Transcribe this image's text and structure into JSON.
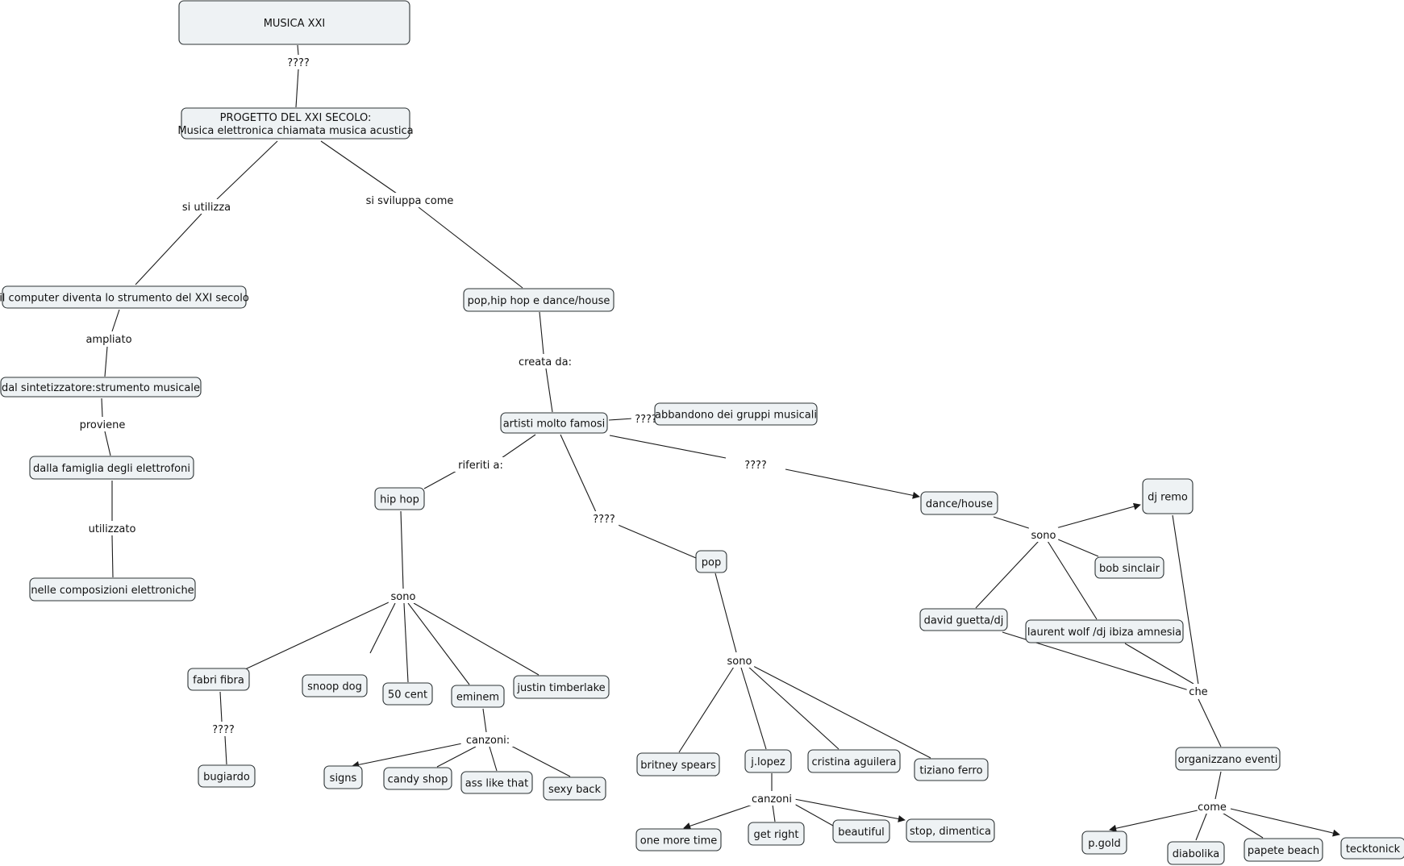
{
  "concept_map": {
    "nodes": [
      {
        "id": "musica",
        "lines": [
          "MUSICA XXI"
        ]
      },
      {
        "id": "progetto",
        "lines": [
          "PROGETTO DEL XXI SECOLO:",
          "Musica elettronica chiamata musica acustica"
        ]
      },
      {
        "id": "computer",
        "lines": [
          "il computer diventa lo strumento del XXI secolo"
        ]
      },
      {
        "id": "sintetizzatore",
        "lines": [
          "dal sintetizzatore:strumento musicale"
        ]
      },
      {
        "id": "famiglia",
        "lines": [
          "dalla famiglia degli elettrofoni"
        ]
      },
      {
        "id": "composizioni",
        "lines": [
          "nelle composizioni elettroniche"
        ]
      },
      {
        "id": "pophiphop",
        "lines": [
          "pop,hip hop e dance/house"
        ]
      },
      {
        "id": "artisti",
        "lines": [
          "artisti molto famosi"
        ]
      },
      {
        "id": "abbandono",
        "lines": [
          "abbandono dei gruppi musicali"
        ]
      },
      {
        "id": "hiphop",
        "lines": [
          "hip hop"
        ]
      },
      {
        "id": "pop",
        "lines": [
          "pop"
        ]
      },
      {
        "id": "dancehouse",
        "lines": [
          "dance/house"
        ]
      },
      {
        "id": "djremo",
        "lines": [
          "dj remo"
        ]
      },
      {
        "id": "bobsinclair",
        "lines": [
          "bob sinclair"
        ]
      },
      {
        "id": "davidguetta",
        "lines": [
          "david guetta/dj"
        ]
      },
      {
        "id": "laurentwolf",
        "lines": [
          "laurent wolf /dj ibiza amnesia"
        ]
      },
      {
        "id": "organizzano",
        "lines": [
          "organizzano eventi"
        ]
      },
      {
        "id": "pgold",
        "lines": [
          "p.gold"
        ]
      },
      {
        "id": "diabolika",
        "lines": [
          "diabolika"
        ]
      },
      {
        "id": "papete",
        "lines": [
          "papete beach"
        ]
      },
      {
        "id": "tecktonick",
        "lines": [
          "tecktonick"
        ]
      },
      {
        "id": "fabrifibra",
        "lines": [
          "fabri fibra"
        ]
      },
      {
        "id": "bugiardo",
        "lines": [
          "bugiardo"
        ]
      },
      {
        "id": "snoopdog",
        "lines": [
          "snoop dog"
        ]
      },
      {
        "id": "50cent",
        "lines": [
          "50 cent"
        ]
      },
      {
        "id": "eminem",
        "lines": [
          "eminem"
        ]
      },
      {
        "id": "justin",
        "lines": [
          "justin timberlake"
        ]
      },
      {
        "id": "signs",
        "lines": [
          "signs"
        ]
      },
      {
        "id": "candyshop",
        "lines": [
          "candy shop"
        ]
      },
      {
        "id": "asslikethat",
        "lines": [
          "ass like that"
        ]
      },
      {
        "id": "sexyback",
        "lines": [
          "sexy back"
        ]
      },
      {
        "id": "britney",
        "lines": [
          "britney spears"
        ]
      },
      {
        "id": "jlopez",
        "lines": [
          "j.lopez"
        ]
      },
      {
        "id": "cristina",
        "lines": [
          "cristina aguilera"
        ]
      },
      {
        "id": "tiziano",
        "lines": [
          "tiziano ferro"
        ]
      },
      {
        "id": "onemoretime",
        "lines": [
          "one more time"
        ]
      },
      {
        "id": "getright",
        "lines": [
          "get right"
        ]
      },
      {
        "id": "beautiful",
        "lines": [
          "beautiful"
        ]
      },
      {
        "id": "stopdimentica",
        "lines": [
          "stop, dimentica"
        ]
      }
    ],
    "link_labels": [
      {
        "id": "l_q1",
        "text": "????"
      },
      {
        "id": "l_siutilizza",
        "text": "si utilizza"
      },
      {
        "id": "l_sisviluppa",
        "text": "si sviluppa come"
      },
      {
        "id": "l_ampliato",
        "text": "ampliato"
      },
      {
        "id": "l_proviene",
        "text": "proviene"
      },
      {
        "id": "l_utilizzato",
        "text": "utilizzato"
      },
      {
        "id": "l_creata",
        "text": "creata da:"
      },
      {
        "id": "l_q2",
        "text": "????"
      },
      {
        "id": "l_riferiti",
        "text": "riferiti a:"
      },
      {
        "id": "l_q3",
        "text": "????"
      },
      {
        "id": "l_q4",
        "text": "????"
      },
      {
        "id": "l_sono_dance",
        "text": "sono"
      },
      {
        "id": "l_che",
        "text": "che"
      },
      {
        "id": "l_come",
        "text": "come"
      },
      {
        "id": "l_sono_hiphop",
        "text": "sono"
      },
      {
        "id": "l_q5",
        "text": "????"
      },
      {
        "id": "l_canzoni_eminem",
        "text": "canzoni:"
      },
      {
        "id": "l_sono_pop",
        "text": "sono"
      },
      {
        "id": "l_canzoni_jlopez",
        "text": "canzoni"
      }
    ]
  }
}
